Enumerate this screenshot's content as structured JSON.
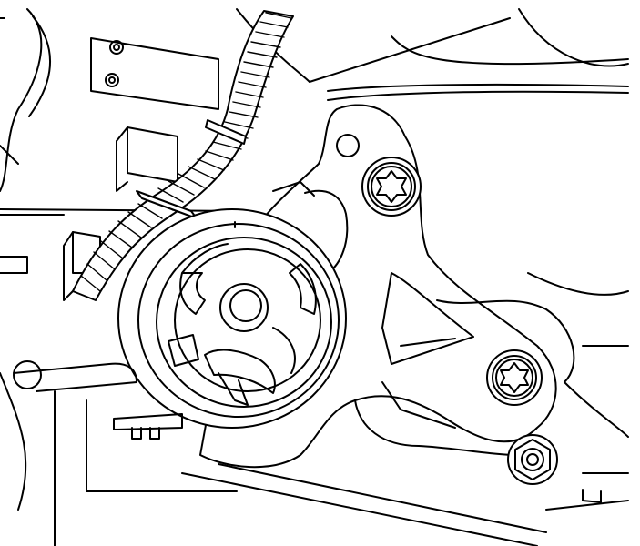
{
  "figure": {
    "kind": "technical line drawing",
    "style": "black ink on white",
    "colors": {
      "ink": "#000000",
      "paper": "#ffffff"
    },
    "parts": [
      "engine-mount-bracket",
      "engine-mount-bushing",
      "wiring-harness-conduit",
      "torx-bolt-upper",
      "torx-bolt-lower",
      "hex-nut",
      "support-plate",
      "body-panel"
    ]
  }
}
